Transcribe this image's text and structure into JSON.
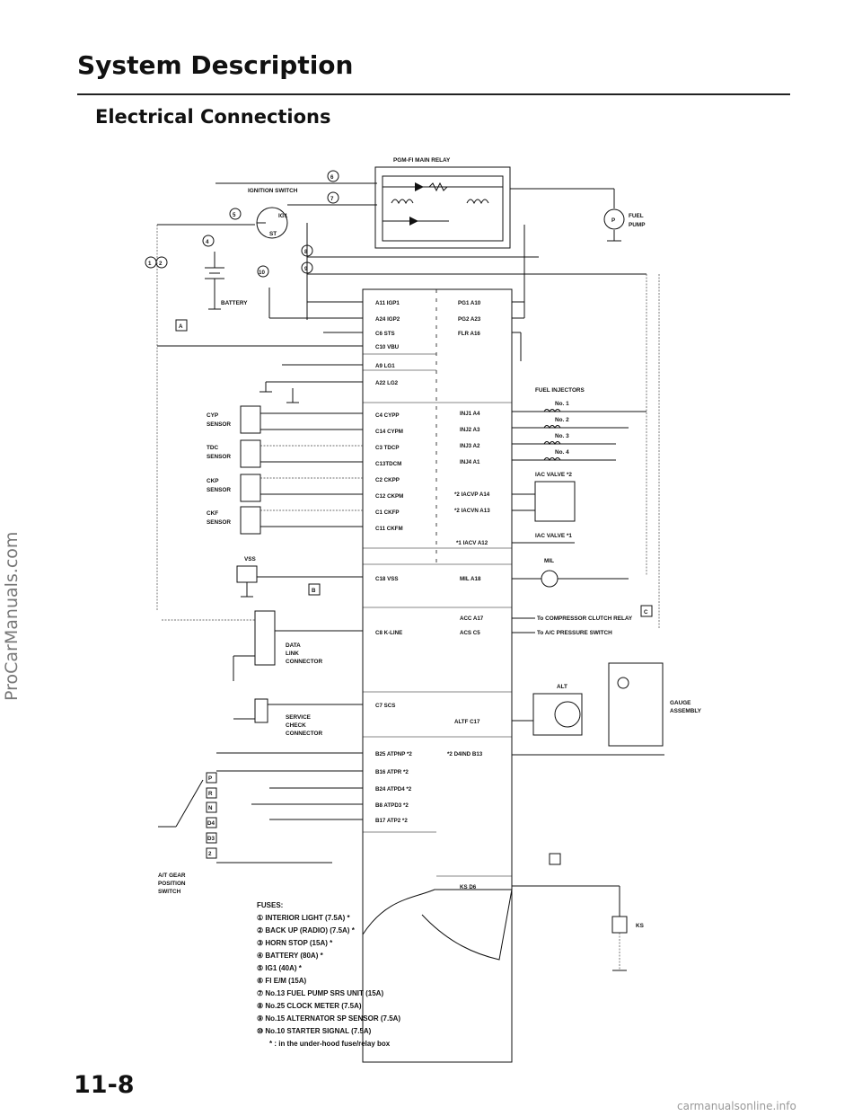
{
  "header": {
    "page_title": "System Description",
    "section_title": "Electrical Connections"
  },
  "diagram": {
    "relay_label": "PGM-FI MAIN RELAY",
    "ignition_switch": "IGNITION SWITCH",
    "ig1": "IG1",
    "st": "ST",
    "battery": "BATTERY",
    "fuel_pump": [
      "FUEL",
      "PUMP"
    ],
    "fuel_injectors": "FUEL INJECTORS",
    "injector_numbers": [
      "No. 1",
      "No. 2",
      "No. 3",
      "No. 4"
    ],
    "iac_valve_2": "IAC VALVE *2",
    "iac_valve_1": "IAC VALVE *1",
    "mil": "MIL",
    "sensors": [
      {
        "name": "CYP",
        "sub": "SENSOR"
      },
      {
        "name": "TDC",
        "sub": "SENSOR"
      },
      {
        "name": "CKP",
        "sub": "SENSOR"
      },
      {
        "name": "CKF",
        "sub": "SENSOR"
      }
    ],
    "vss": "VSS",
    "data_link": [
      "DATA",
      "LINK",
      "CONNECTOR"
    ],
    "service_check": [
      "SERVICE",
      "CHECK",
      "CONNECTOR"
    ],
    "compressor": "To COMPRESSOR CLUTCH RELAY",
    "ac_pressure": "To A/C PRESSURE SWITCH",
    "alt": "ALT",
    "gauge": [
      "GAUGE",
      "ASSEMBLY"
    ],
    "ks": "KS",
    "gear_switch": [
      "A/T GEAR",
      "POSITION",
      "SWITCH"
    ],
    "gear_positions": [
      "P",
      "R",
      "N",
      "D4",
      "D3",
      "2"
    ],
    "pins_left": [
      "A11 IGP1",
      "A24 IGP2",
      "C6 STS",
      "C10 VBU",
      "A9 LG1",
      "A22 LG2",
      "C4 CYPP",
      "C14 CYPM",
      "C3 TDCP",
      "C13TDCM",
      "C2 CKPP",
      "C12 CKPM",
      "C1 CKFP",
      "C11 CKFM",
      "C18 VSS",
      "C8 K-LINE",
      "C7 SCS",
      "B25 ATPNP *2",
      "B16 ATPR *2",
      "B24 ATPD4 *2",
      "B8 ATPD3 *2",
      "B17 ATP2 *2"
    ],
    "pins_right": [
      "PG1 A10",
      "PG2 A23",
      "FLR A16",
      "INJ1 A4",
      "INJ2 A3",
      "INJ3 A2",
      "INJ4 A1",
      "*2 IACVP A14",
      "*2 IACVN A13",
      "*1 IACV A12",
      "MIL A18",
      "ACC A17",
      "ACS C5",
      "ALTF C17",
      "*2 D4IND B13",
      "KS D6"
    ],
    "ground_b": "B",
    "ground_c": "C",
    "ground_a": "A"
  },
  "fuses": {
    "title": "FUSES:",
    "items": [
      "① INTERIOR LIGHT (7.5A) *",
      "② BACK UP (RADIO) (7.5A) *",
      "③ HORN STOP (15A) *",
      "④ BATTERY (80A) *",
      "⑤ IG1 (40A) *",
      "⑥ FI E/M (15A)",
      "⑦ No.13 FUEL PUMP SRS UNIT (15A)",
      "⑧ No.25 CLOCK METER (7.5A)",
      "⑨ No.15 ALTERNATOR SP SENSOR (7.5A)",
      "⑩ No.10 STARTER SIGNAL (7.5A)"
    ],
    "note": "* : in the under-hood fuse/relay box"
  },
  "footer": {
    "page_number": "11-8",
    "watermark_side": "ProCarManuals.com",
    "watermark_bottom": "carmanualsonline.info"
  }
}
